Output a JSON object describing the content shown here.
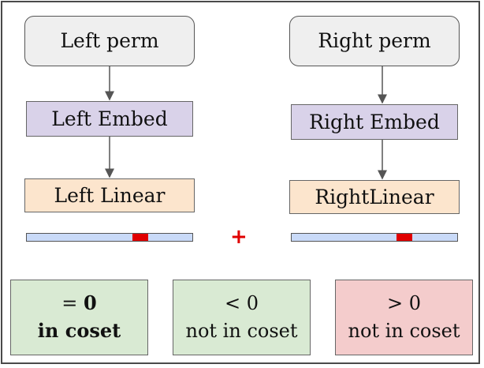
{
  "left_branch": {
    "perm_label": "Left perm",
    "embed_label": "Left Embed",
    "linear_label": "Left Linear"
  },
  "right_branch": {
    "perm_label": "Right perm",
    "embed_label": "Right Embed",
    "linear_label": "RightLinear"
  },
  "combine_symbol": "+",
  "legend": [
    {
      "line1_prefix": "= ",
      "line1_value": "0",
      "line2": "in coset",
      "color": "#d9ead3"
    },
    {
      "line1": "< 0",
      "line2": "not in coset",
      "color": "#d9ead3"
    },
    {
      "line1": "> 0",
      "line2": "not in coset",
      "color": "#f4cccc"
    }
  ],
  "colors": {
    "perm_fill": "#efefef",
    "embed_fill": "#d9d2e9",
    "linear_fill": "#fce5cd",
    "bar_fill": "#c9daf8",
    "highlight": "#e00000"
  }
}
